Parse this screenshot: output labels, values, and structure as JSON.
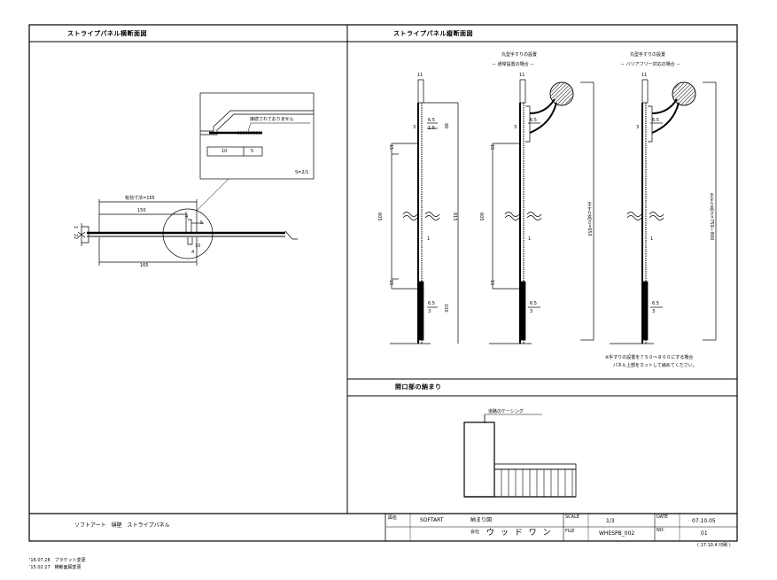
{
  "headers": {
    "horizontal_section": "ストライプパネル横断面図",
    "vertical_section": "ストライプパネル縦断面図",
    "opening": "開口部の納まり"
  },
  "detail": {
    "note": "接続されておりません",
    "dim_a": "10",
    "dim_b": "5",
    "scale": "S=2/1"
  },
  "plan": {
    "effective_dim": "有効寸法=155",
    "dim_150": "150",
    "dim_165": "165",
    "dim_2": "2",
    "dim_22": "22",
    "dim_4": "4",
    "dim_5": "5",
    "dim_10": "10",
    "dim_4b": "4"
  },
  "sections": {
    "title_normal_l1": "丸型手すりの設置",
    "title_normal_l2": "－ 通常設置の場合 －",
    "title_bf_l1": "丸型手すりの設置",
    "title_bf_l2": "－ バリアフリー対応の場合 －",
    "w11": "11",
    "d65": "6.5",
    "d15": "1.5",
    "d3": "3",
    "d90": "90",
    "d15b": "15",
    "d605": "605",
    "d815": "815",
    "d1": "1",
    "d100": "100",
    "handrail_h650": "手すり高さ=650",
    "handrail_h750": "手すり高さ=750～800",
    "note_l1": "※手すりの設置を７５０～８００にする場合",
    "note_l2": "パネル上部をカットして納めてください。"
  },
  "opening": {
    "casing_label": "道路のケーシング"
  },
  "titleblock": {
    "product": "ソフトアート　塀壁　ストライプパネル",
    "name_label": "図名",
    "company_short": "SOFTART",
    "drawing_name": "納まり図",
    "maker_label": "会社",
    "maker": "ウ ッ ド ワ ン",
    "scale_label": "SCALE",
    "scale": "1/3",
    "file_label": "FILE",
    "file": "WHESPB_002",
    "date_label": "DATE",
    "date": "07.10.05",
    "no_label": "NO.",
    "no": "01",
    "print_note": "( 17.10.4  印刷 )"
  },
  "revisions": [
    "'16.07.28　ブラケット変更",
    "'15.02.27　横断面図変更"
  ]
}
